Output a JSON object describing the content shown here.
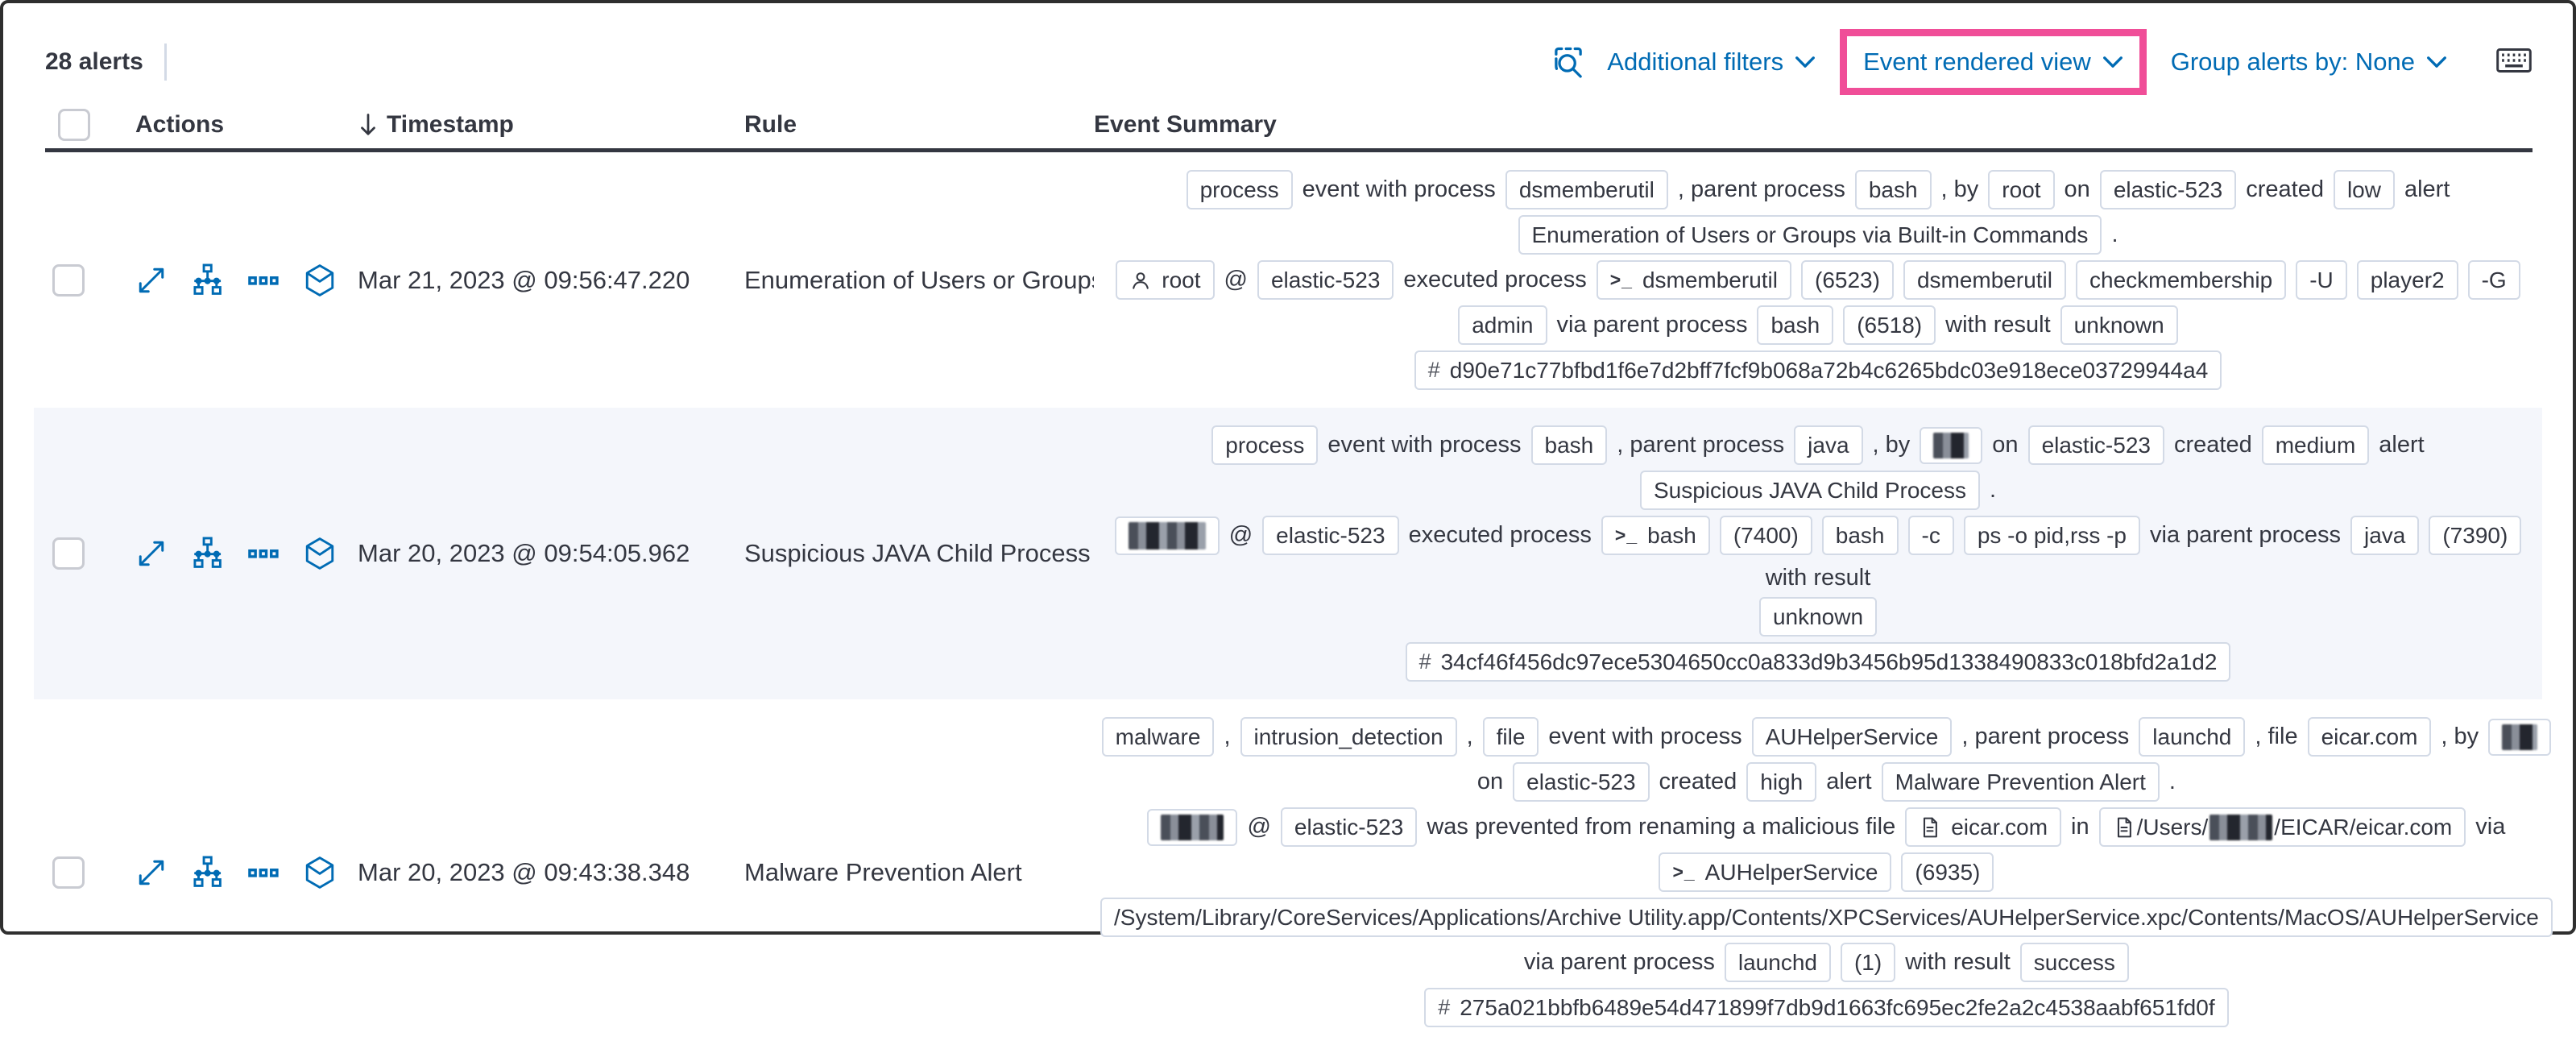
{
  "toolbar": {
    "alert_count": "28 alerts",
    "additional_filters": "Additional filters",
    "view_selector": "Event rendered view",
    "group_alerts": "Group alerts by: None"
  },
  "colors": {
    "link_blue": "#006bb4",
    "highlight_pink": "#f04e98",
    "text_dark": "#343741",
    "badge_border": "#d3dae6",
    "row_stripe": "#f4f6fb"
  },
  "icon_names": [
    "inspect-icon",
    "chevron-down-icon",
    "keyboard-icon",
    "sort-down-icon",
    "expand-icon",
    "analyzer-icon",
    "more-actions-icon",
    "session-view-icon",
    "user-icon",
    "terminal-icon",
    "file-icon",
    "hash-icon"
  ],
  "table": {
    "headers": {
      "actions": "Actions",
      "timestamp": "Timestamp",
      "rule": "Rule",
      "event_summary": "Event Summary"
    },
    "row_actions": [
      "expand-icon",
      "analyzer-icon",
      "more-actions-icon",
      "session-view-icon"
    ]
  },
  "rows": [
    {
      "timestamp": "Mar 21, 2023 @ 09:56:47.220",
      "rule": "Enumeration of Users or Groups via Bui",
      "summary": [
        [
          {
            "badge": "process"
          },
          {
            "text": "event with process"
          },
          {
            "badge": "dsmemberutil"
          },
          {
            "text": ", parent process"
          },
          {
            "badge": "bash"
          },
          {
            "text": ", by"
          },
          {
            "badge": "root"
          },
          {
            "text": "on"
          },
          {
            "badge": "elastic-523"
          },
          {
            "text": "created"
          },
          {
            "badge": "low"
          },
          {
            "text": "alert"
          }
        ],
        [
          {
            "badge": "Enumeration of Users or Groups via Built-in Commands"
          },
          {
            "text": "."
          }
        ],
        [
          {
            "badge": "root",
            "icon": "user"
          },
          {
            "text": "@"
          },
          {
            "badge": "elastic-523"
          },
          {
            "text": "executed process"
          },
          {
            "badge": "dsmemberutil",
            "icon": "terminal"
          },
          {
            "badge": "(6523)"
          },
          {
            "badge": "dsmemberutil"
          },
          {
            "badge": "checkmembership"
          },
          {
            "badge": "-U"
          },
          {
            "badge": "player2"
          },
          {
            "badge": "-G"
          }
        ],
        [
          {
            "badge": "admin"
          },
          {
            "text": "via parent process"
          },
          {
            "badge": "bash"
          },
          {
            "badge": "(6518)"
          },
          {
            "text": "with result"
          },
          {
            "badge": "unknown"
          }
        ],
        [
          {
            "badge": "d90e71c77bfbd1f6e7d2bff7fcf9b068a72b4c6265bdc03e918ece03729944a4",
            "icon": "hash"
          }
        ]
      ]
    },
    {
      "timestamp": "Mar 20, 2023 @ 09:54:05.962",
      "rule": "Suspicious JAVA Child Process",
      "summary": [
        [
          {
            "badge": "process"
          },
          {
            "text": "event with process"
          },
          {
            "badge": "bash"
          },
          {
            "text": ", parent process"
          },
          {
            "badge": "java"
          },
          {
            "text": ", by"
          },
          {
            "badge": "",
            "redacted": "sm"
          },
          {
            "text": "on"
          },
          {
            "badge": "elastic-523"
          },
          {
            "text": "created"
          },
          {
            "badge": "medium"
          },
          {
            "text": "alert"
          }
        ],
        [
          {
            "badge": "Suspicious JAVA Child Process"
          },
          {
            "text": "."
          }
        ],
        [
          {
            "badge": "",
            "redacted": "lg"
          },
          {
            "text": "@"
          },
          {
            "badge": "elastic-523"
          },
          {
            "text": "executed process"
          },
          {
            "badge": "bash",
            "icon": "terminal"
          },
          {
            "badge": "(7400)"
          },
          {
            "badge": "bash"
          },
          {
            "badge": "-c"
          },
          {
            "badge": "ps -o pid,rss -p"
          },
          {
            "text": "via parent process"
          },
          {
            "badge": "java"
          },
          {
            "badge": "(7390)"
          },
          {
            "text": "with result"
          }
        ],
        [
          {
            "badge": "unknown"
          }
        ],
        [
          {
            "badge": "34cf46f456dc97ece5304650cc0a833d9b3456b95d1338490833c018bfd2a1d2",
            "icon": "hash"
          }
        ]
      ]
    },
    {
      "timestamp": "Mar 20, 2023 @ 09:43:38.348",
      "rule": "Malware Prevention Alert",
      "summary": [
        [
          {
            "badge": "malware"
          },
          {
            "text": ","
          },
          {
            "badge": "intrusion_detection"
          },
          {
            "text": ","
          },
          {
            "badge": "file"
          },
          {
            "text": "event with process"
          },
          {
            "badge": "AUHelperService"
          },
          {
            "text": ", parent process"
          },
          {
            "badge": "launchd"
          },
          {
            "text": ", file"
          },
          {
            "badge": "eicar.com"
          },
          {
            "text": ", by"
          },
          {
            "badge": "",
            "redacted": "sm"
          }
        ],
        [
          {
            "text": "on"
          },
          {
            "badge": "elastic-523"
          },
          {
            "text": "created"
          },
          {
            "badge": "high"
          },
          {
            "text": "alert"
          },
          {
            "badge": "Malware Prevention Alert"
          },
          {
            "text": "."
          }
        ],
        [
          {
            "badge": "",
            "redacted": "md"
          },
          {
            "text": "@"
          },
          {
            "badge": "elastic-523"
          },
          {
            "text": "was prevented from renaming a malicious file"
          },
          {
            "badge": "eicar.com",
            "icon": "file"
          },
          {
            "text": "in"
          },
          {
            "badge": "",
            "icon": "file",
            "parts": [
              {
                "text": "/Users/"
              },
              {
                "redacted": "md"
              },
              {
                "text": "/EICAR/eicar.com"
              }
            ]
          },
          {
            "text": "via"
          }
        ],
        [
          {
            "badge": "AUHelperService",
            "icon": "terminal"
          },
          {
            "badge": "(6935)"
          }
        ],
        [
          {
            "badge": "/System/Library/CoreServices/Applications/Archive Utility.app/Contents/XPCServices/AUHelperService.xpc/Contents/MacOS/AUHelperService"
          }
        ],
        [
          {
            "text": "via parent process"
          },
          {
            "badge": "launchd"
          },
          {
            "badge": "(1)"
          },
          {
            "text": "with result"
          },
          {
            "badge": "success"
          }
        ],
        [
          {
            "badge": "275a021bbfb6489e54d471899f7db9d1663fc695ec2fe2a2c4538aabf651fd0f",
            "icon": "hash"
          }
        ]
      ]
    }
  ]
}
